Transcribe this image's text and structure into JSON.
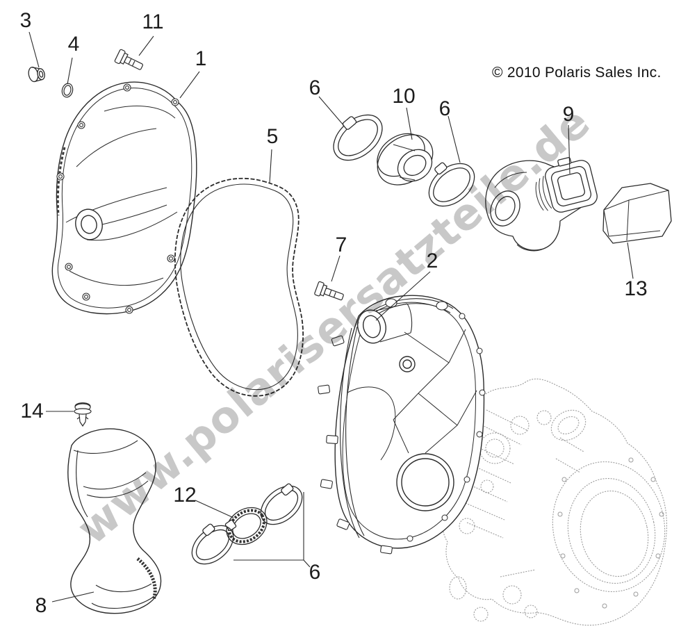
{
  "copyright": {
    "text": "© 2010 Polaris Sales Inc."
  },
  "watermark": {
    "text": "www.polarisersatzteile.de",
    "color": "#c8c8c8"
  },
  "colors": {
    "background": "#ffffff",
    "line_art": "#2b2b2b",
    "engine_ghost": "#9b9b9b",
    "watermark_gray": "#c8c8c8"
  },
  "callouts": [
    {
      "label": "3"
    },
    {
      "label": "4"
    },
    {
      "label": "11"
    },
    {
      "label": "1"
    },
    {
      "label": "5"
    },
    {
      "label": "6"
    },
    {
      "label": "10"
    },
    {
      "label": "6"
    },
    {
      "label": "9"
    },
    {
      "label": "7"
    },
    {
      "label": "2"
    },
    {
      "label": "13"
    },
    {
      "label": "14"
    },
    {
      "label": "8"
    },
    {
      "label": "12"
    },
    {
      "label": "6"
    }
  ]
}
